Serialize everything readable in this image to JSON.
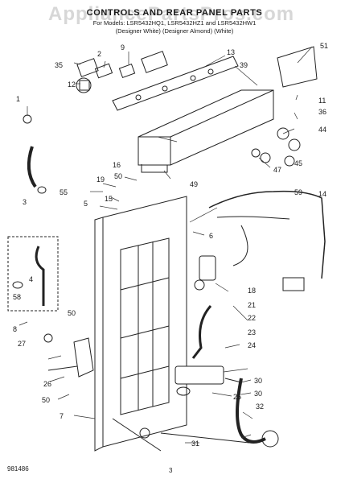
{
  "header": {
    "title": "CONTROLS AND REAR PANEL PARTS",
    "subtitle_line1": "For Models: LSR5432HQ1, LSR5432HZ1 and LSR5432HW1",
    "subtitle_line2": "(Designer White) (Designer Almond) (White)"
  },
  "watermark": "AppliancePartsPros.com",
  "parts": {
    "p1": "1",
    "p2": "2",
    "p3": "3",
    "p4": "4",
    "p5": "5",
    "p6": "6",
    "p7": "7",
    "p8": "8",
    "p9": "9",
    "p11": "11",
    "p12": "12",
    "p13": "13",
    "p14": "14",
    "p15": "15",
    "p16": "16",
    "p18": "18",
    "p19": "19",
    "p21": "21",
    "p22": "22",
    "p23": "23",
    "p24": "24",
    "p25": "25",
    "p26": "26",
    "p27": "27",
    "p30a": "30",
    "p30b": "30",
    "p31": "31",
    "p32": "32",
    "p35": "35",
    "p36": "36",
    "p39": "39",
    "p44": "44",
    "p45": "45",
    "p47": "47",
    "p49": "49",
    "p50a": "50",
    "p50b": "50",
    "p50c": "50",
    "p51": "51",
    "p55": "55",
    "p58": "58",
    "p59": "59"
  },
  "footer": {
    "code": "981486",
    "page": "3"
  }
}
